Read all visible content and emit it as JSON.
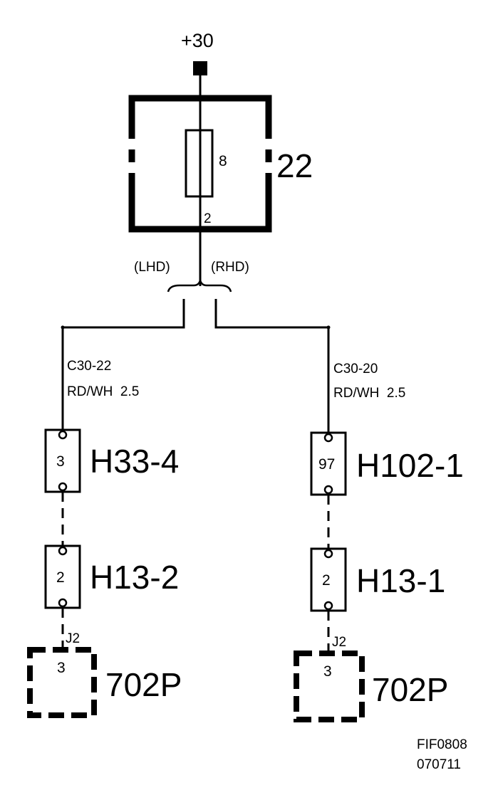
{
  "supply": {
    "label": "+30"
  },
  "fusebox": {
    "id": "22",
    "fuse_number": "8",
    "pin": "2"
  },
  "variants": {
    "left": "(LHD)",
    "right": "(RHD)"
  },
  "branches": [
    {
      "wire": {
        "id": "C30-22",
        "color_size": "RD/WH  2.5"
      },
      "connector1": {
        "id": "H33-4",
        "pin": "3"
      },
      "connector2": {
        "id": "H13-2",
        "pin": "2"
      },
      "component": {
        "id": "702P",
        "connector": "J2",
        "pin": "3"
      }
    },
    {
      "wire": {
        "id": "C30-20",
        "color_size": "RD/WH  2.5"
      },
      "connector1": {
        "id": "H102-1",
        "pin": "97"
      },
      "connector2": {
        "id": "H13-1",
        "pin": "2"
      },
      "component": {
        "id": "702P",
        "connector": "J2",
        "pin": "3"
      }
    }
  ],
  "figure_ref": {
    "code": "FIF0808",
    "date": "070711"
  }
}
